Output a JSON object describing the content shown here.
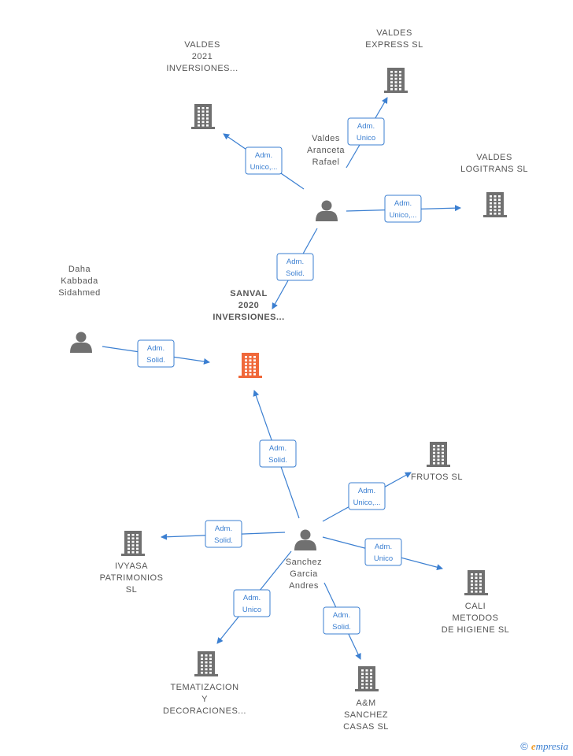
{
  "nodes": [
    {
      "id": "sanval",
      "type": "company",
      "focus": true,
      "lines": [
        "SANVAL",
        "2020",
        "INVERSIONES..."
      ]
    },
    {
      "id": "valdes2021",
      "type": "company",
      "lines": [
        "VALDES",
        "2021",
        "INVERSIONES..."
      ]
    },
    {
      "id": "valdesexpress",
      "type": "company",
      "lines": [
        "VALDES",
        "EXPRESS  SL"
      ]
    },
    {
      "id": "valdeslogi",
      "type": "company",
      "lines": [
        "VALDES",
        "LOGITRANS  SL"
      ]
    },
    {
      "id": "valdesperson",
      "type": "person",
      "lines": [
        "Valdes",
        "Aranceta",
        "Rafael"
      ]
    },
    {
      "id": "daha",
      "type": "person",
      "lines": [
        "Daha",
        "Kabbada",
        "Sidahmed"
      ]
    },
    {
      "id": "sanchez",
      "type": "person",
      "lines": [
        "Sanchez",
        "Garcia",
        "Andres"
      ]
    },
    {
      "id": "frutos",
      "type": "company",
      "lines": [
        "FRUTOS  SL"
      ]
    },
    {
      "id": "ivyasa",
      "type": "company",
      "lines": [
        "IVYASA",
        "PATRIMONIOS",
        "SL"
      ]
    },
    {
      "id": "cali",
      "type": "company",
      "lines": [
        "CALI",
        "METODOS",
        "DE HIGIENE SL"
      ]
    },
    {
      "id": "tematizacion",
      "type": "company",
      "lines": [
        "TEMATIZACION",
        "Y",
        "DECORACIONES..."
      ]
    },
    {
      "id": "amsanchez",
      "type": "company",
      "lines": [
        "A&M",
        "SANCHEZ",
        "CASAS  SL"
      ]
    }
  ],
  "edges": [
    {
      "from": "valdesperson",
      "to": "valdes2021",
      "label": [
        "Adm.",
        "Unico,..."
      ]
    },
    {
      "from": "valdesperson",
      "to": "valdesexpress",
      "label": [
        "Adm.",
        "Unico"
      ]
    },
    {
      "from": "valdesperson",
      "to": "valdeslogi",
      "label": [
        "Adm.",
        "Unico,..."
      ]
    },
    {
      "from": "valdesperson",
      "to": "sanval",
      "label": [
        "Adm.",
        "Solid."
      ]
    },
    {
      "from": "daha",
      "to": "sanval",
      "label": [
        "Adm.",
        "Solid."
      ]
    },
    {
      "from": "sanchez",
      "to": "sanval",
      "label": [
        "Adm.",
        "Solid."
      ]
    },
    {
      "from": "sanchez",
      "to": "frutos",
      "label": [
        "Adm.",
        "Unico,..."
      ]
    },
    {
      "from": "sanchez",
      "to": "ivyasa",
      "label": [
        "Adm.",
        "Solid."
      ]
    },
    {
      "from": "sanchez",
      "to": "cali",
      "label": [
        "Adm.",
        "Unico"
      ]
    },
    {
      "from": "sanchez",
      "to": "tematizacion",
      "label": [
        "Adm.",
        "Unico"
      ]
    },
    {
      "from": "sanchez",
      "to": "amsanchez",
      "label": [
        "Adm.",
        "Solid."
      ]
    }
  ],
  "footer": {
    "copyright": "©",
    "brand_initial": "e",
    "brand_rest": "mpresia"
  },
  "colors": {
    "edge": "#3b7fd1",
    "node": "#707070",
    "focus": "#f0683a"
  }
}
